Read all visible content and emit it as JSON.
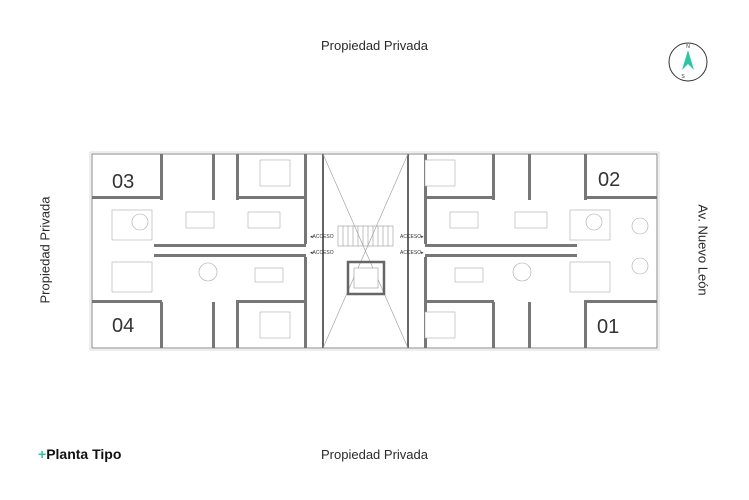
{
  "labels": {
    "top": "Propiedad Privada",
    "bottom": "Propiedad Privada",
    "left": "Propiedad Privada",
    "right": "Av. Nuevo León"
  },
  "title": {
    "plus": "+",
    "text": "Planta Tipo"
  },
  "compass": {
    "north": "N",
    "south": "S",
    "accent": "#2fc4a3"
  },
  "units": [
    "03",
    "02",
    "04",
    "01"
  ],
  "access": [
    "◂ACCESO",
    "ACCESO▸",
    "◂ACCESO",
    "ACCESO▸"
  ]
}
